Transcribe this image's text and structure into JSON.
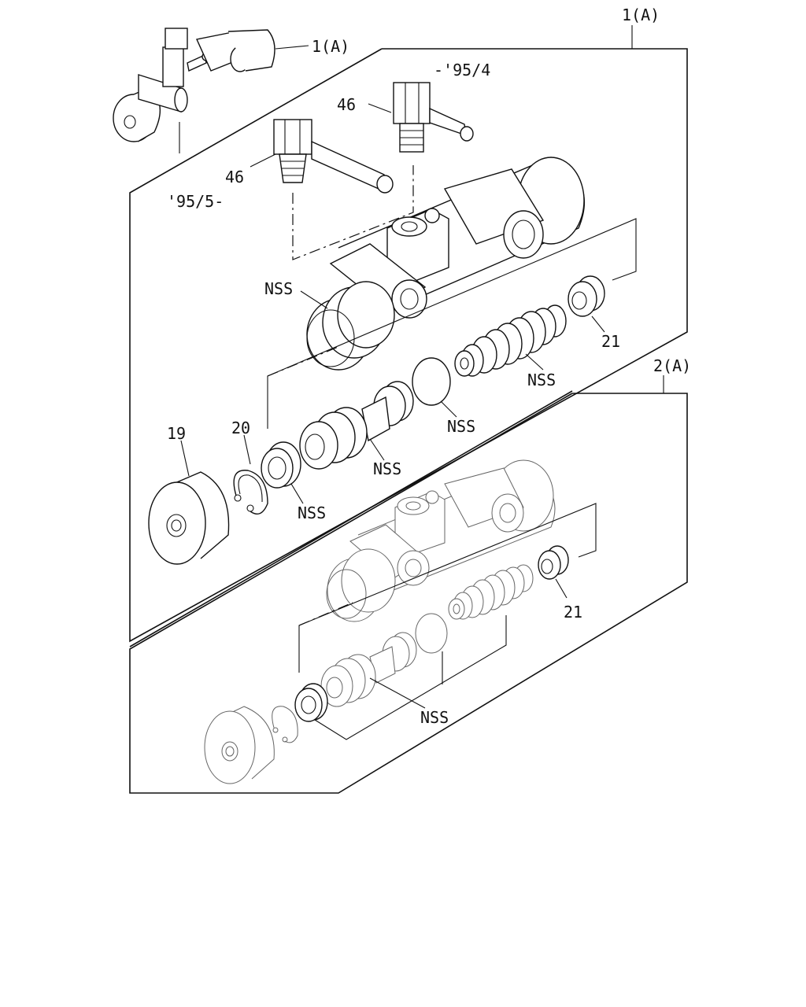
{
  "labels": {
    "assembly_1_top": "1(A)",
    "assembly_1_thumb": "1(A)",
    "assembly_2": "2(A)",
    "date_upto": "-'95/4",
    "date_from": "'95/5-",
    "part_46_a": "46",
    "part_46_b": "46",
    "part_19": "19",
    "part_20": "20",
    "part_21_upper": "21",
    "part_21_lower": "21",
    "nss_body": "NSS",
    "nss_spring": "NSS",
    "nss_cup": "NSS",
    "nss_piston": "NSS",
    "nss_seal": "NSS",
    "nss_lower_group": "NSS"
  }
}
